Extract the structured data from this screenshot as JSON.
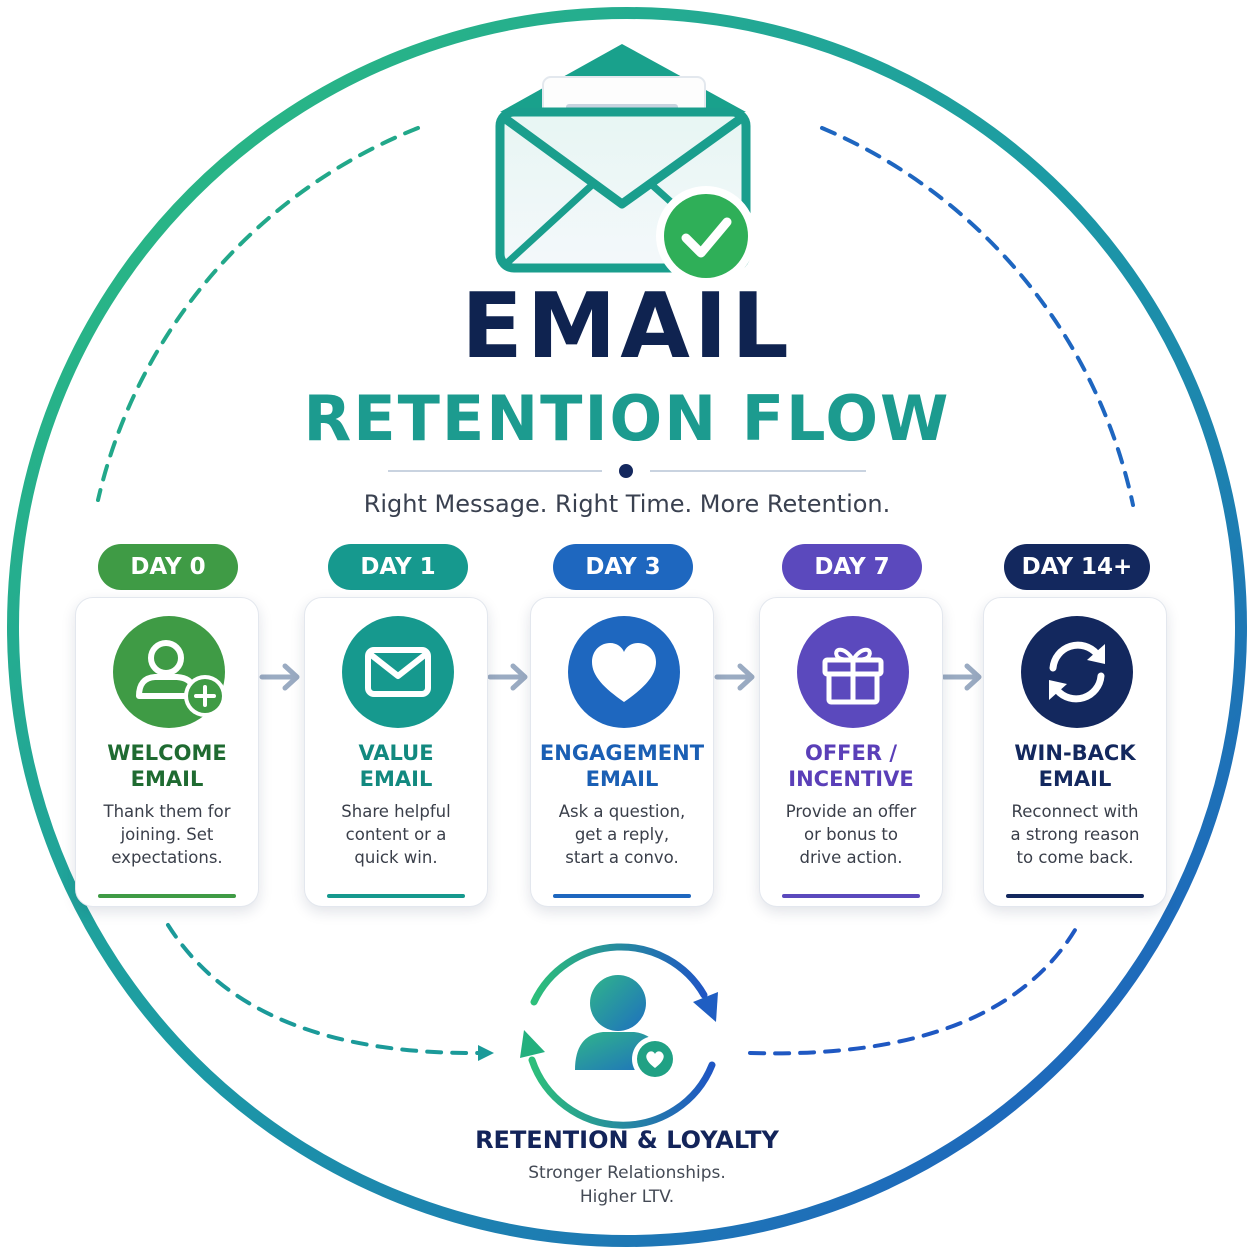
{
  "header": {
    "title": "EMAIL",
    "subtitle": "RETENTION FLOW",
    "tagline": "Right Message. Right Time. More Retention."
  },
  "steps": [
    {
      "day": "DAY 0",
      "title_lines": [
        "WELCOME",
        "EMAIL"
      ],
      "desc_lines": [
        "Thank them for",
        "joining. Set",
        "expectations."
      ],
      "icon": "user-plus-icon",
      "color": "#3f9b45",
      "title_color": "#1f6b31"
    },
    {
      "day": "DAY 1",
      "title_lines": [
        "VALUE",
        "EMAIL"
      ],
      "desc_lines": [
        "Share helpful",
        "content or a",
        "quick win."
      ],
      "icon": "envelope-icon",
      "color": "#16998e",
      "title_color": "#12897f"
    },
    {
      "day": "DAY 3",
      "title_lines": [
        "ENGAGEMENT",
        "EMAIL"
      ],
      "desc_lines": [
        "Ask a question,",
        "get a reply,",
        "start a convo."
      ],
      "icon": "heart-icon",
      "color": "#1e67bf",
      "title_color": "#1a5fb4"
    },
    {
      "day": "DAY 7",
      "title_lines": [
        "OFFER /",
        "INCENTIVE"
      ],
      "desc_lines": [
        "Provide an offer",
        "or bonus to",
        "drive action."
      ],
      "icon": "gift-icon",
      "color": "#5b49bd",
      "title_color": "#5a3fb8"
    },
    {
      "day": "DAY 14+",
      "title_lines": [
        "WIN-BACK",
        "EMAIL"
      ],
      "desc_lines": [
        "Reconnect with",
        "a strong reason",
        "to come back."
      ],
      "icon": "refresh-icon",
      "color": "#13285e",
      "title_color": "#13285e"
    }
  ],
  "footer": {
    "title": "RETENTION & LOYALTY",
    "desc_lines": [
      "Stronger Relationships.",
      "Higher LTV."
    ]
  },
  "colors": {
    "navy": "#0f2350",
    "teal": "#1c9b8f",
    "green": "#2fb57a",
    "blue": "#1f5fc4"
  }
}
